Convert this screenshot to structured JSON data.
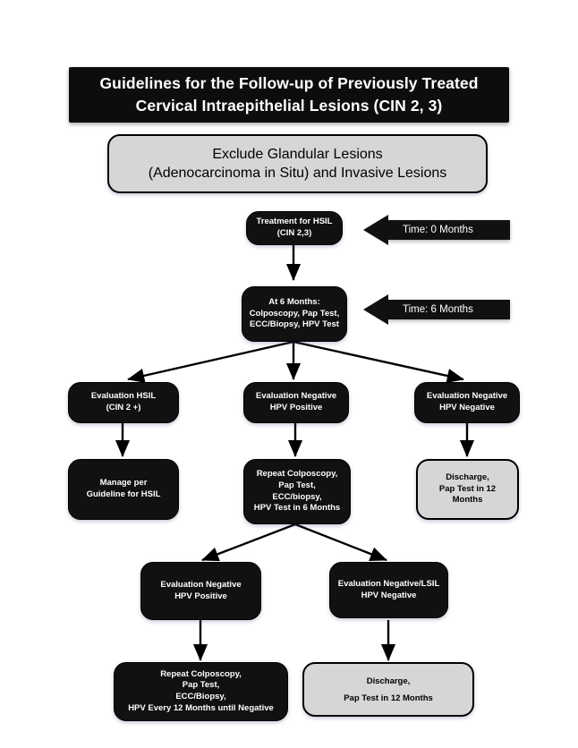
{
  "chart_data": {
    "type": "diagram",
    "title": "Guidelines for the Follow-up of Previously Treated Cervical Intraepithelial Lesions (CIN 2, 3)",
    "diagram_kind": "clinical-flowchart",
    "nodes": [
      {
        "id": "title",
        "label": "Guidelines for the Follow-up of Previously Treated\nCervical Intraepithelial Lesions (CIN 2, 3)",
        "style": "title-banner"
      },
      {
        "id": "exclude",
        "label": "Exclude Glandular Lesions\n(Adenocarcinoma in Situ) and Invasive Lesions",
        "style": "gray"
      },
      {
        "id": "treatment",
        "label": "Treatment for HSIL\n(CIN 2,3)",
        "style": "dark"
      },
      {
        "id": "at6months",
        "label": "At 6 Months:\nColposcopy, Pap Test,\nECC/Biopsy, HPV Test",
        "style": "dark"
      },
      {
        "id": "eval-hsil",
        "label": "Evaluation HSIL\n(CIN 2 +)",
        "style": "dark"
      },
      {
        "id": "eval-neg-hpv-pos",
        "label": "Evaluation Negative\nHPV Positive",
        "style": "dark"
      },
      {
        "id": "eval-neg-hpv-neg",
        "label": "Evaluation Negative\nHPV Negative",
        "style": "dark"
      },
      {
        "id": "manage-hsil",
        "label": "Manage per\nGuideline for HSIL",
        "style": "dark"
      },
      {
        "id": "repeat-6mo",
        "label": "Repeat Colposcopy,\nPap Test,\nECC/biopsy,\nHPV Test in 6 Months",
        "style": "dark"
      },
      {
        "id": "discharge-1",
        "label": "Discharge,\nPap Test in 12\nMonths",
        "style": "gray"
      },
      {
        "id": "eval2-neg-hpv-pos",
        "label": "Evaluation Negative\nHPV Positive",
        "style": "dark"
      },
      {
        "id": "eval2-neg-lsil-hpv-neg",
        "label": "Evaluation Negative/LSIL\nHPV Negative",
        "style": "dark"
      },
      {
        "id": "repeat-12mo",
        "label": "Repeat Colposcopy,\nPap Test,\nECC/Biopsy,\nHPV Every 12 Months until Negative",
        "style": "dark"
      },
      {
        "id": "discharge-2",
        "label": "Discharge,\nPap Test in 12 Months",
        "style": "gray"
      }
    ],
    "annotations": [
      {
        "id": "time-0",
        "label": "Time: 0 Months",
        "points_to": "treatment"
      },
      {
        "id": "time-6",
        "label": "Time: 6 Months",
        "points_to": "at6months"
      }
    ],
    "edges": [
      {
        "from": "treatment",
        "to": "at6months"
      },
      {
        "from": "at6months",
        "to": "eval-hsil"
      },
      {
        "from": "at6months",
        "to": "eval-neg-hpv-pos"
      },
      {
        "from": "at6months",
        "to": "eval-neg-hpv-neg"
      },
      {
        "from": "eval-hsil",
        "to": "manage-hsil"
      },
      {
        "from": "eval-neg-hpv-pos",
        "to": "repeat-6mo"
      },
      {
        "from": "eval-neg-hpv-neg",
        "to": "discharge-1"
      },
      {
        "from": "repeat-6mo",
        "to": "eval2-neg-hpv-pos"
      },
      {
        "from": "repeat-6mo",
        "to": "eval2-neg-lsil-hpv-neg"
      },
      {
        "from": "eval2-neg-hpv-pos",
        "to": "repeat-12mo"
      },
      {
        "from": "eval2-neg-lsil-hpv-neg",
        "to": "discharge-2"
      }
    ],
    "colors": {
      "background": "#ffffff",
      "dark_fill": "#111111",
      "dark_text": "#ffffff",
      "gray_fill": "#d6d6d6",
      "gray_text": "#000000",
      "connector": "#000000"
    }
  },
  "title": {
    "line1": "Guidelines for the Follow-up of Previously Treated",
    "line2": "Cervical Intraepithelial Lesions (CIN 2, 3)"
  },
  "nodes": {
    "exclude": "Exclude Glandular Lesions\n(Adenocarcinoma in Situ) and Invasive Lesions",
    "treatment": "Treatment for HSIL\n(CIN 2,3)",
    "at6months": "At 6 Months:\nColposcopy, Pap Test,\nECC/Biopsy, HPV Test",
    "eval_hsil": "Evaluation HSIL\n(CIN 2 +)",
    "eval_neg_hpv_pos": "Evaluation Negative\nHPV Positive",
    "eval_neg_hpv_neg": "Evaluation Negative\nHPV Negative",
    "manage_hsil": "Manage per\nGuideline for HSIL",
    "repeat_6mo": "Repeat Colposcopy,\nPap Test,\nECC/biopsy,\nHPV Test in 6 Months",
    "discharge_1": "Discharge,\nPap Test in 12\nMonths",
    "eval2_neg_hpv_pos": "Evaluation Negative\nHPV Positive",
    "eval2_neg_lsil_hpv_neg": "Evaluation Negative/LSIL\nHPV Negative",
    "repeat_12mo": "Repeat Colposcopy,\nPap Test,\nECC/Biopsy,\nHPV Every 12 Months until Negative",
    "discharge_2": "Discharge,\nPap Test in 12 Months"
  },
  "annotations": {
    "time_0": "Time: 0 Months",
    "time_6": "Time: 6 Months"
  }
}
